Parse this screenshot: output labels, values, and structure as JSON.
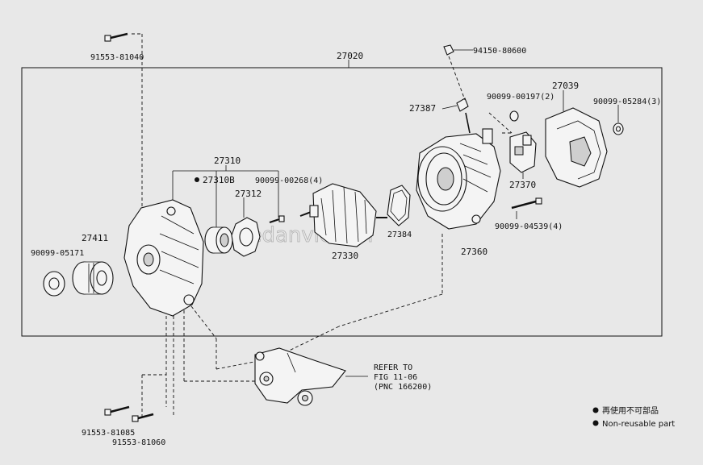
{
  "labels": {
    "p91553_81040": "91553-81040",
    "p27020": "27020",
    "p94150_80600": "94150-80600",
    "p27387": "27387",
    "p90099_00197": "90099-00197(2)",
    "p27039": "27039",
    "p90099_05284": "90099-05284(3)",
    "p27310": "27310",
    "p27310B": "27310B",
    "p27312": "27312",
    "p90099_00268": "90099-00268(4)",
    "p27411": "27411",
    "p90099_05171": "90099-05171",
    "p27330": "27330",
    "p27384": "27384",
    "p27360": "27360",
    "p27370": "27370",
    "p90099_04539": "90099-04539(4)",
    "p91553_81085": "91553-81085",
    "p91553_81060": "91553-81060"
  },
  "refer": {
    "line1": "REFER TO",
    "line2": "FIG 11-06",
    "line3": "(PNC 166200)"
  },
  "legend": {
    "jp": "再使用不可部品",
    "en": "Non-reusable part"
  },
  "watermark": "Sedanviet.vn",
  "colors": {
    "background": "#e8e8e8",
    "ink": "#111111"
  }
}
